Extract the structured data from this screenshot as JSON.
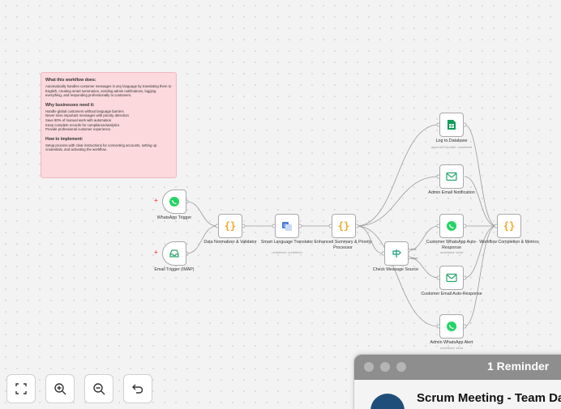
{
  "sticky_note": {
    "heading1": "What this workflow does:",
    "body1": "Automatically handles customer messages in any language by translating them to English, creating smart summaries, sending admin notifications, logging everything, and responding professionally to customers.",
    "heading2": "Why businesses need it:",
    "body2": "Handle global customers without language barriers\nNever miss important messages with priority detection\nSave 80% of manual work with automation\nKeep complete records for compliance/analytics\nProvide professional customer experience.",
    "heading3": "How to implement:",
    "body3": "Setup process with clear instructions for connecting accounts, setting up credentials, and activating the workflow."
  },
  "nodes": {
    "whatsapp_trigger": {
      "label": "WhatsApp Trigger",
      "icon": "whatsapp-icon"
    },
    "email_trigger": {
      "label": "Email Trigger (IMAP)",
      "icon": "email-inbox-icon"
    },
    "normalizer": {
      "label": "Data Normalizer & Validator",
      "icon": "code-braces-icon"
    },
    "translator": {
      "label": "Smart Language Translator",
      "sub": "undefined: undefined",
      "icon": "translate-icon"
    },
    "summary": {
      "label": "Enhanced Summary & Priority Processor",
      "icon": "code-braces-icon"
    },
    "check_source": {
      "label": "Check Message Source",
      "icon": "switch-icon",
      "port_true": "true",
      "port_false": "false"
    },
    "log_db": {
      "label": "Log to Database",
      "sub": "appendOrUpdate: undefined",
      "icon": "google-sheets-icon"
    },
    "admin_email": {
      "label": "Admin Email Notification",
      "icon": "mail-icon"
    },
    "cust_whatsapp": {
      "label": "Customer WhatsApp Auto-Response",
      "sub": "undefined: send",
      "icon": "whatsapp-icon"
    },
    "cust_email": {
      "label": "Customer Email Auto-Response",
      "icon": "mail-icon"
    },
    "admin_whatsapp": {
      "label": "Admin WhatsApp Alert",
      "sub": "undefined: send",
      "icon": "whatsapp-icon"
    },
    "completion": {
      "label": "Workflow Completion & Metrics",
      "icon": "code-braces-icon"
    }
  },
  "toolbar": {
    "fit": "fit-view-icon",
    "zoom_in": "zoom-in-icon",
    "zoom_out": "zoom-out-icon",
    "undo": "undo-icon"
  },
  "reminder": {
    "title": "1 Reminder",
    "event": "Scrum Meeting - Team Daily"
  },
  "colors": {
    "whatsapp": "#25d366",
    "sheets": "#0f9d58",
    "mail": "#2aa46a",
    "code": "#f5a623",
    "translate": "#4a7bd8",
    "plus": "#e55555",
    "sticky": "#fbd9dc"
  }
}
